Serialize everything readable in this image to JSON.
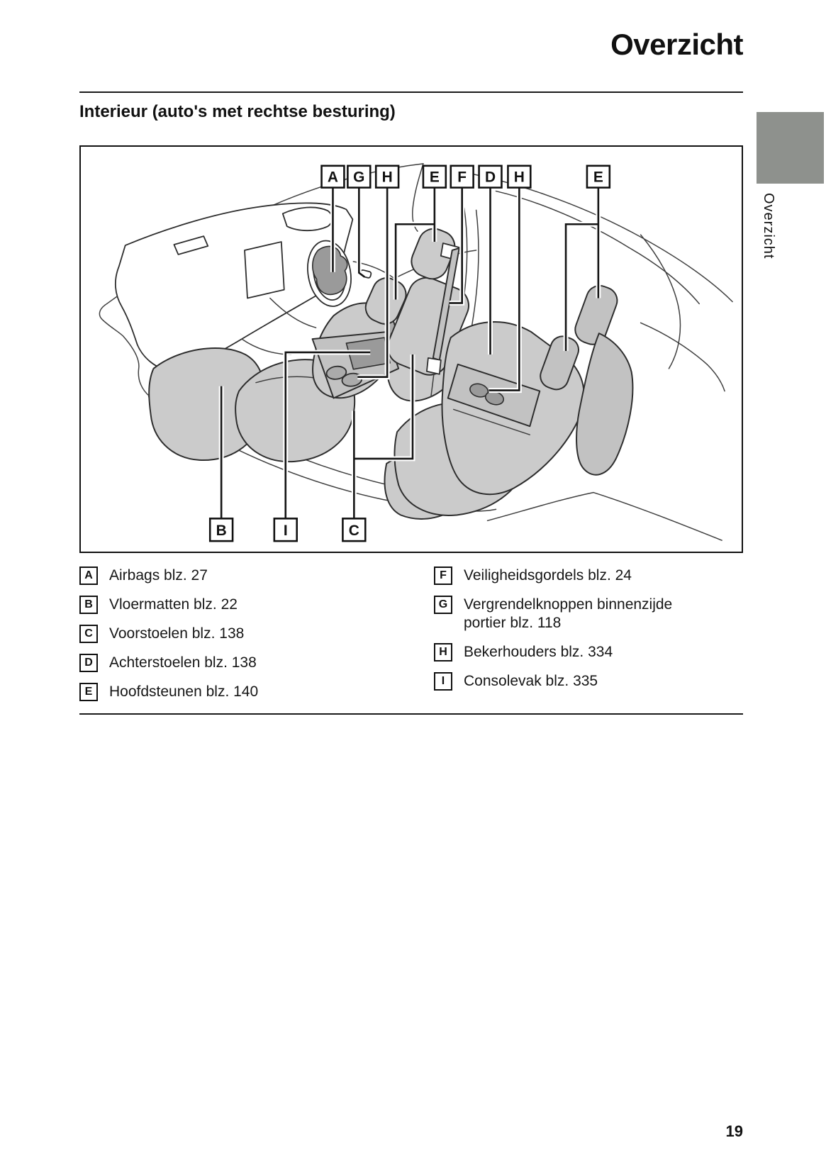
{
  "page": {
    "title": "Overzicht",
    "section_heading": "Interieur (auto's met rechtse besturing)",
    "side_tab_label": "Overzicht",
    "page_number": "19"
  },
  "figure": {
    "description": "Line drawing of car interior (right-hand drive) with lettered callouts",
    "top_callouts": [
      "A",
      "G",
      "H",
      "E",
      "F",
      "D",
      "H",
      "E"
    ],
    "bottom_callouts": [
      "B",
      "I",
      "C"
    ]
  },
  "legend": {
    "left": [
      {
        "key": "A",
        "text": "Airbags blz. 27"
      },
      {
        "key": "B",
        "text": "Vloermatten blz. 22"
      },
      {
        "key": "C",
        "text": "Voorstoelen blz. 138"
      },
      {
        "key": "D",
        "text": "Achterstoelen blz. 138"
      },
      {
        "key": "E",
        "text": "Hoofdsteunen blz. 140"
      }
    ],
    "right": [
      {
        "key": "F",
        "text": "Veiligheidsgordels blz. 24"
      },
      {
        "key": "G",
        "text": "Vergrendelknoppen binnenzijde portier blz. 118"
      },
      {
        "key": "H",
        "text": "Bekerhouders blz. 334"
      },
      {
        "key": "I",
        "text": "Consolevak blz. 335"
      }
    ]
  },
  "colors": {
    "seat_gray": "#cbcbcb",
    "console_dark_gray": "#9a9a9a",
    "tab_gray": "#8e918d",
    "line_black": "#141414"
  }
}
